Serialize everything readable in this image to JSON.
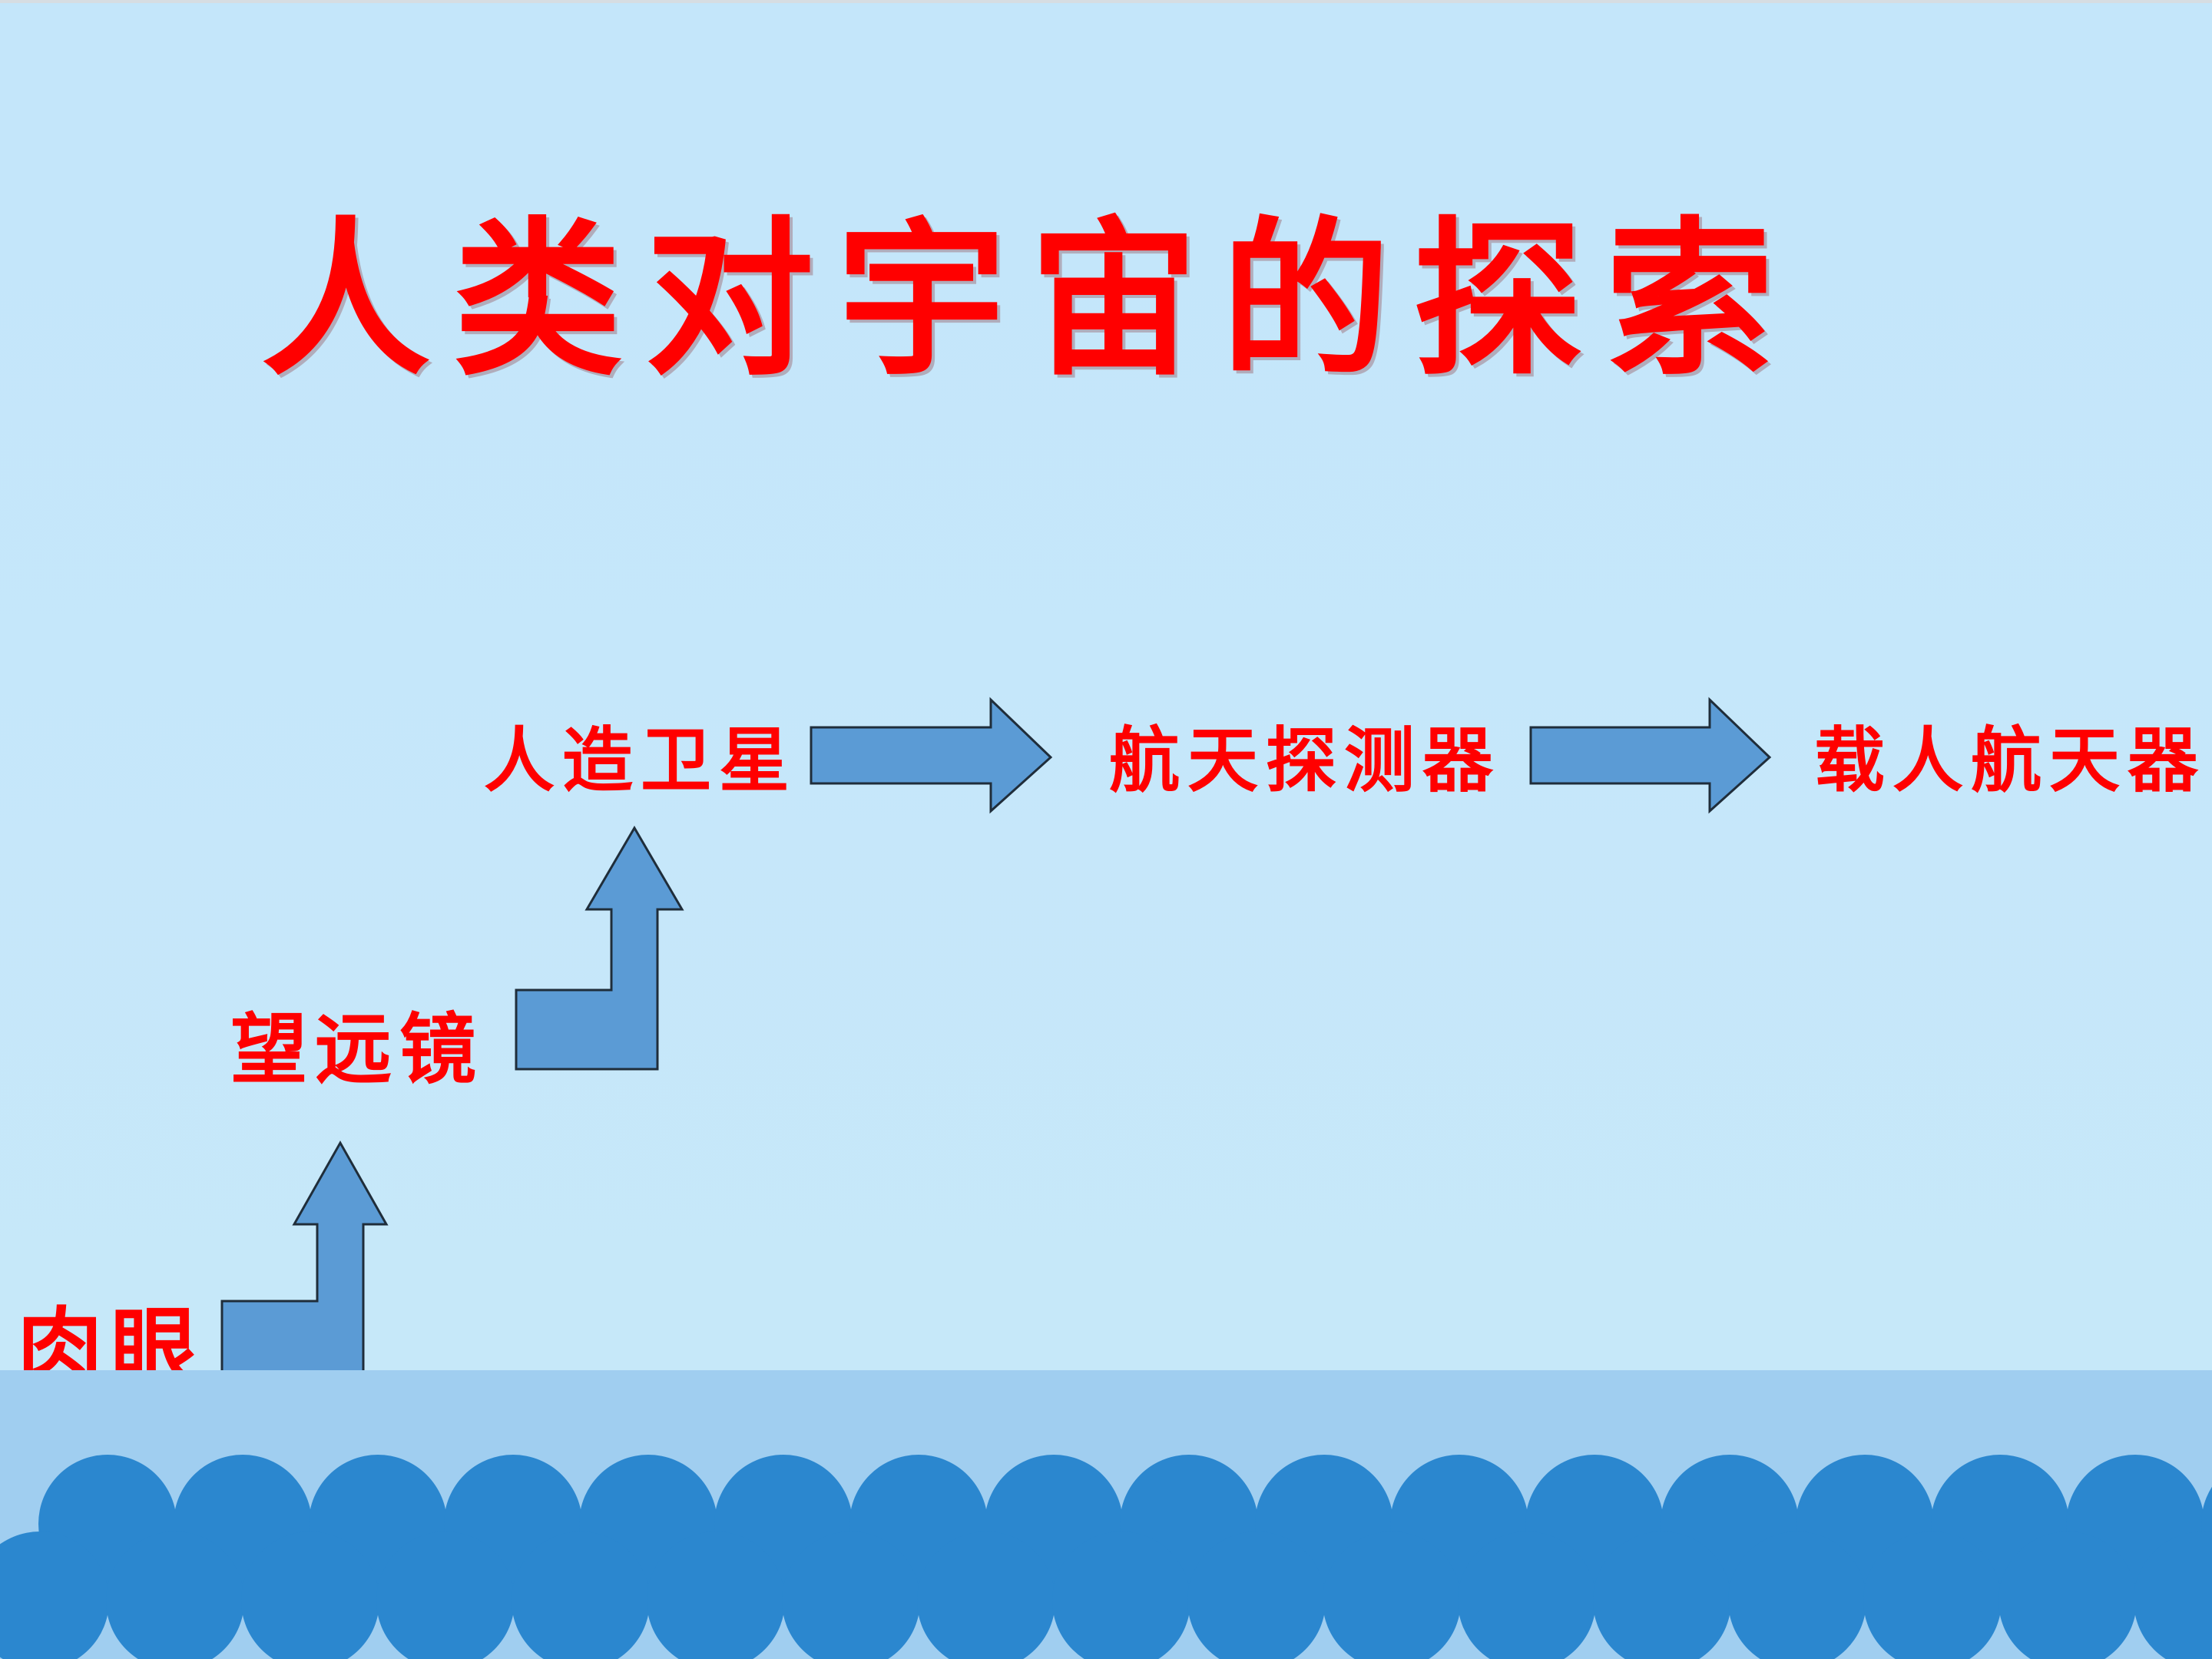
{
  "slide": {
    "title": "人类对宇宙的探索",
    "stages": [
      "肉眼",
      "望远镜",
      "人造卫星",
      "航天探测器",
      "载人航天器"
    ]
  },
  "colors": {
    "background": "#c5e7fa",
    "title_text": "#ff0000",
    "arrow_fill": "#5b9bd5",
    "sea_band": "#a0cef0",
    "waves": "#2b87cf"
  }
}
